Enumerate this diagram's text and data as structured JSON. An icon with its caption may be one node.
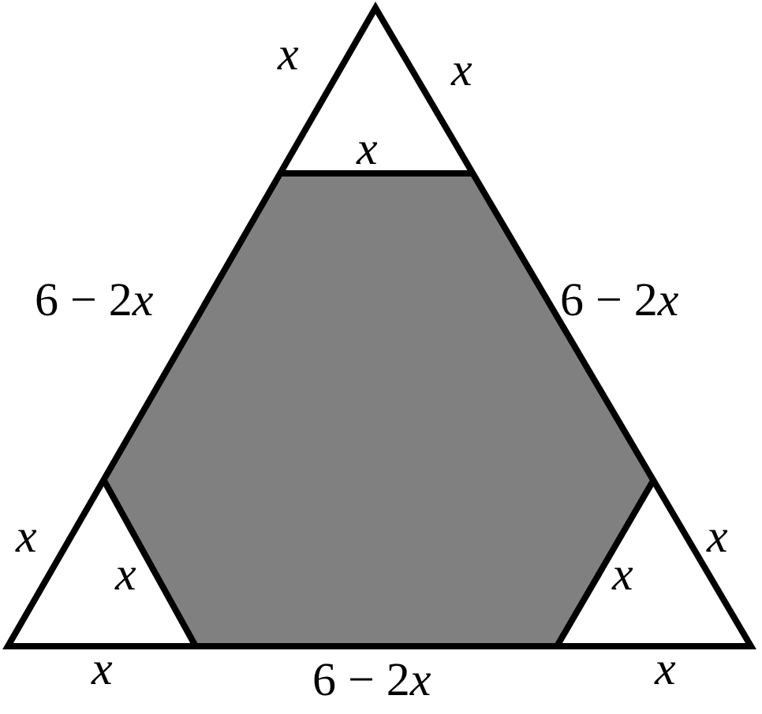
{
  "diagram": {
    "labels": [
      "x",
      "x",
      "x",
      "6 − 2x",
      "6 − 2x",
      "x",
      "x",
      "x",
      "x",
      "x",
      "6 − 2x",
      "x"
    ]
  }
}
